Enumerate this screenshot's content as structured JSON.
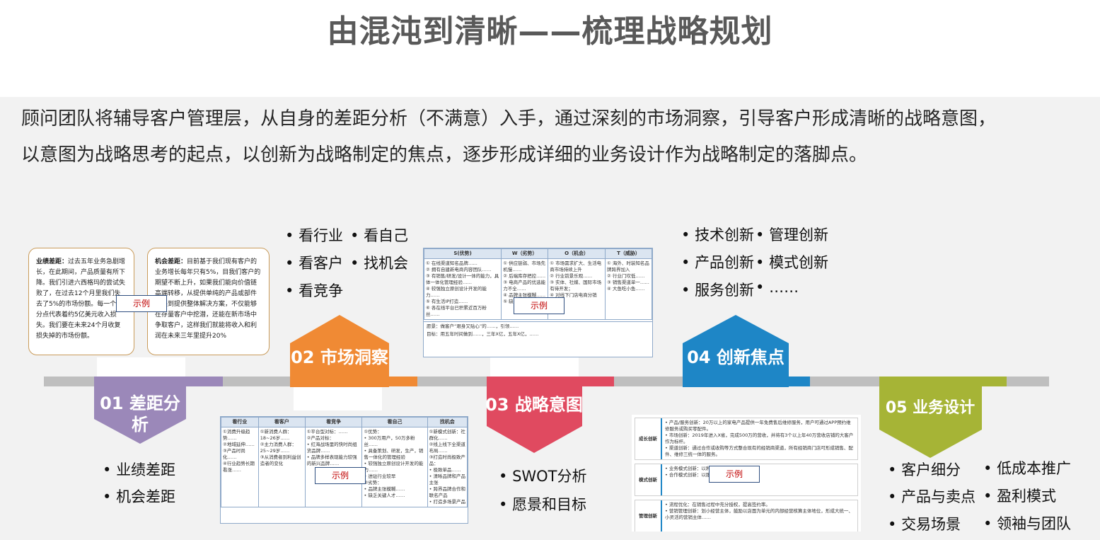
{
  "title": "由混沌到清晰——梳理战略规划",
  "intro": {
    "line1": "顾问团队将辅导客户管理层，从自身的差距分析（不满意）入手，通过深刻的市场洞察，引导客户形成清晰的战略意图，",
    "line2": "以意图为战略思考的起点，以创新为战略制定的焦点，逐步形成详细的业务设计作为战略制定的落脚点。"
  },
  "colors": {
    "purple": "#9b88b9",
    "orange": "#f08a34",
    "red": "#e04a60",
    "blue": "#1e86c6",
    "olive": "#a6b436",
    "gray": "#bfbfbf"
  },
  "example_label": "示例",
  "steps": [
    {
      "label": "01 差距分析",
      "bullets": [
        "业绩差距",
        "机会差距"
      ]
    },
    {
      "label": "02 市场洞察",
      "bullets": [
        "看行业",
        "看自己",
        "看客户",
        "找机会",
        "看竞争"
      ]
    },
    {
      "label": "03 战略意图",
      "bullets": [
        "SWOT分析",
        "愿景和目标"
      ]
    },
    {
      "label": "04 创新焦点",
      "bullets": [
        "技术创新",
        "管理创新",
        "产品创新",
        "模式创新",
        "服务创新",
        "……"
      ]
    },
    {
      "label": "05 业务设计",
      "bullets": [
        "客户细分",
        "低成本推广",
        "产品与卖点",
        "盈利模式",
        "交易场景",
        "领袖与团队"
      ]
    }
  ],
  "cards": {
    "left": {
      "heading": "业绩差距：",
      "text": "过去五年业务急剧增长，在此期间，产品质量有所下降。我们引进六西格玛的尝试失败了，在过去12个月里我们失去了5%的市场份额。每一个百分点代表着约5亿美元收入损失。我们要在未来24个月收复损失掉的市场份额。"
    },
    "right": {
      "heading": "机会差距：",
      "text": "目前基于我们现有客户的业务增长每年只有5%，目我们客户的期望不断上升，如果我们能向价值链高端转移，从提供单纯的产品或部件发展到提供整体解决方案，不仅能够在存量客户中挖潜，还能在新市场中争取客户，这样我们就能将收入和利润在未来三年里提升20%"
    }
  },
  "swot": {
    "headers": [
      "S(优势)",
      "W（劣势）",
      "O（机会）",
      "T（威胁）"
    ],
    "cells": [
      "① 在线渠道知名品牌……\n② 拥有自建新电商内容团队……\n③ 有销售/研发/设计一体的能力，具体一体化管理经验……\n④ 较强独立原创设计开发的能力……\n⑤ 有生活IP打造……\n⑥ 各在线平台已积累近百万粉丝……",
      "① 供应链弱、市场先机慢……\n② 后端库存把控……\n③ 电商产品的优选能力不全……\n④ 品牌主张模糊……\n⑤ 缺乏关键人才……",
      "① 市场需求扩大、生活电商市场持续上升\n② 行业前景乐观……\n③ 实体、社媒、国际市场有待开发；\n④ 对线下门店电商分销总……",
      "① 海外、时装知名品牌跨界加入\n② 行业门坎低……\n③ 销售渠道单一……\n④ 大鱼吃小鱼……"
    ],
    "footer1": "愿景：做客户“艰身又贴心”的……，引领……",
    "footer2": "目标：用五年时间做到……，三年X亿，五年X亿，……"
  },
  "market": {
    "headers": [
      "看行业",
      "看客户",
      "看竞争",
      "看自己",
      "找机会"
    ],
    "cells": [
      "①消费升级趋势……\n②地域延伸……\n③产品时尚化……\n④行业趋势长期看涨……",
      "①新消费人群：18~26岁……\n②主力消费人群：25~29岁……\n③从消费者到利益创造者的变化",
      "①平台型对标：……\n②产品对标：\n• 红海战场里的快时尚组货品牌……\n• 品牌多样表现能力较强的新兴品牌……",
      "①优势：\n• 300万用户，50万多粉丝……\n• 具备策划、研发，生产，销售一体化的管理经验\n• 较强独立原创设计开发的能力……\n• 进驻行业较早\n②劣势：\n• 品牌主张模糊……\n• 缺乏关键人才……",
      "①新模式创新：社群化……\n②线上线下全渠道布局……\n③打造时尚极致产品：\n• 极致单品……\n• 清晰品牌和产品主张\n• 跨界品牌合作和联名产品\n• 打造多场景产品"
    ]
  },
  "innovation": {
    "rows": [
      {
        "label": "成长创新",
        "items": [
          "产品/服务创新：20万以上的家电产品提供一年免费售后维修服务，用户可通过APP预约维修服务或购买零配件。",
          "市场创新：2019年进入X省，完成500万的营收，并将有3个以上年40万营收店铺的大客户作为标杆。",
          "渠道创新：通过合作或收购等方式整合现有的经销商渠道，所有经销商门店可形成销售、配件、维修三统一体的服务。"
        ]
      },
      {
        "label": "模式创新",
        "items": [
          "业务模式创新：以利益分配……的合作关系。",
          "合作模式创新：以服务……一致，拓展市场。"
        ]
      },
      {
        "label": "管理创新",
        "items": [
          "流程优化：在销售过程中充分授权，提高签约率。",
          "营销管理创新：划小经营主体，鼓励以店面为单元的内部经营核算主体地位，形成大统一、小灵活的营销主体……"
        ]
      }
    ]
  }
}
